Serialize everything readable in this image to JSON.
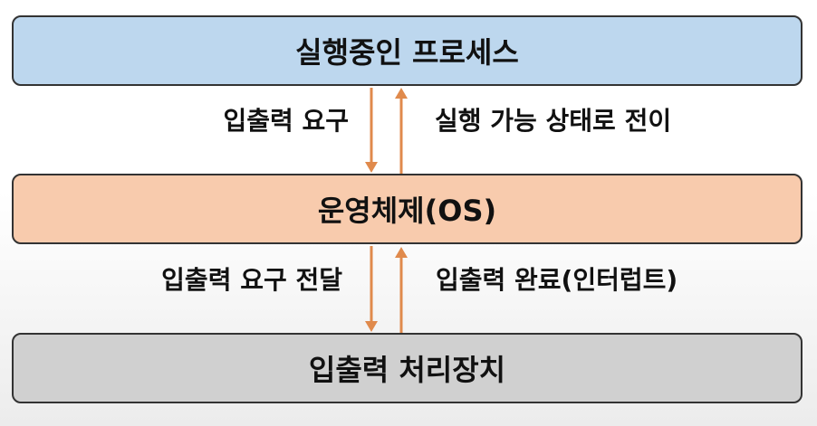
{
  "boxes": {
    "process": "실행중인 프로세스",
    "os": "운영체제(OS)",
    "io_device": "입출력 처리장치"
  },
  "labels": {
    "io_request": "입출력 요구",
    "transition_ready": "실행 가능 상태로 전이",
    "io_request_forward": "입출력 요구 전달",
    "io_complete": "입출력 완료(인터럽트)"
  },
  "colors": {
    "process_box": "#bdd7ee",
    "os_box": "#f8cbad",
    "io_box": "#d0d0d0",
    "arrow": "#e08a4c"
  }
}
